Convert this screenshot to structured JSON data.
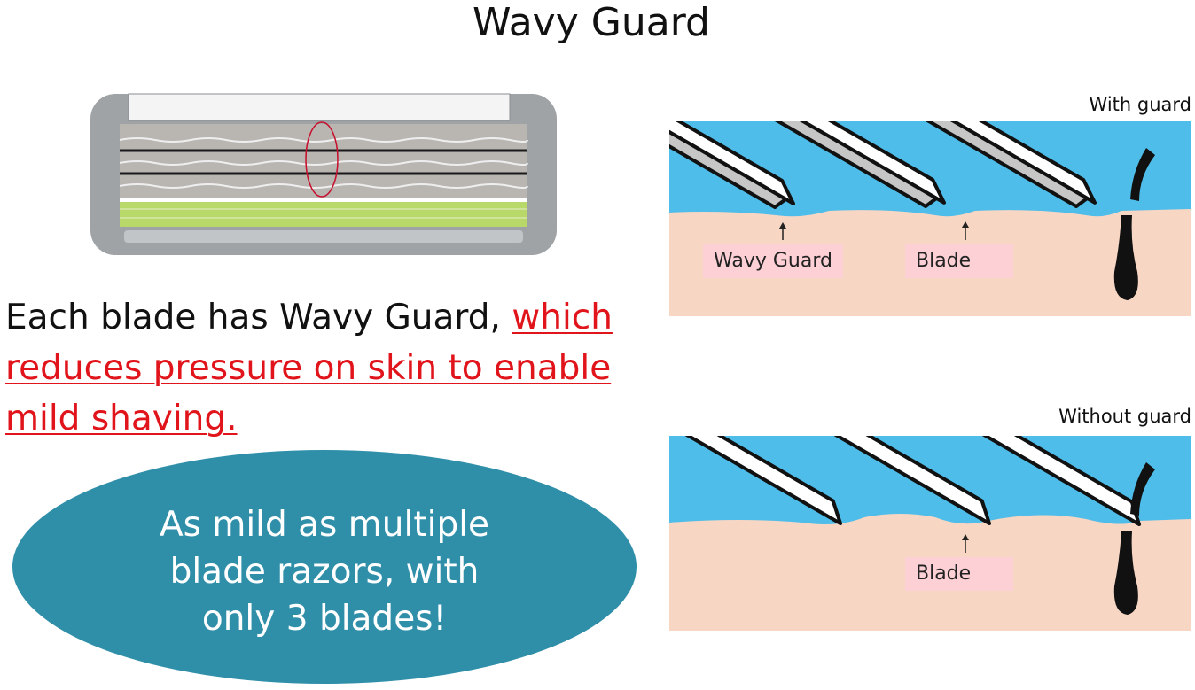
{
  "title": "Wavy Guard",
  "description": {
    "plain": "Each blade has Wavy Guard, ",
    "highlight": "which reduces pressure on skin to enable mild shaving."
  },
  "callout": {
    "line1": "As mild as multiple",
    "line2": "blade razors, with",
    "line3": "only 3 blades!"
  },
  "diagram_with_guard": {
    "caption": "With guard",
    "labels": [
      "Wavy Guard",
      "Blade"
    ]
  },
  "diagram_without_guard": {
    "caption": "Without guard",
    "labels": [
      "Blade"
    ]
  },
  "colors": {
    "water": "#4fbde9",
    "skin": "#f8d6c4",
    "label_bg": "#fcd0d4",
    "highlight_text": "#e0141a",
    "callout_bg": "#2f8fa9",
    "guard_green": "#b8d86a"
  }
}
